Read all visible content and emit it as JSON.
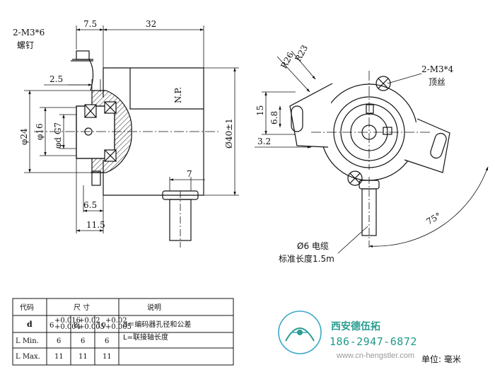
{
  "side_view": {
    "screw_label": "2-M3*6",
    "screw_name": "螺钉",
    "dim_7_5": "7.5",
    "dim_32": "32",
    "dim_2_5": "2.5",
    "dim_phi24": "φ24",
    "dim_phi16": "φ16",
    "dim_phid_g7": "φd G7",
    "np_mark": "N.P.",
    "dim_phi40": "Ø40±1",
    "dim_7": "7",
    "dim_6_5": "6.5",
    "dim_11_5": "11.5"
  },
  "front_view": {
    "r26": "R26",
    "r23": "R23",
    "set_screw_label": "2-M3*4",
    "set_screw_name": "顶丝",
    "dim_15": "15",
    "dim_6_8": "6.8",
    "dim_3_2": "3.2",
    "angle_75": "75°",
    "cable_label": "Ø6 电缆",
    "cable_length": "标准长度1.5m"
  },
  "spec_table": {
    "headers": {
      "code": "代码",
      "size": "尺 寸",
      "desc": "说明"
    },
    "rows": [
      {
        "code": "d",
        "v1": "6",
        "v1_tol_up": "+0.016",
        "v1_tol_dn": "+0.004",
        "v2": "8",
        "v2_tol_up": "+0.02",
        "v2_tol_dn": "+0.005",
        "v3": "10",
        "v3_tol_up": "+0.02",
        "v3_tol_dn": "+0.005",
        "desc": "d＝编码器孔径和公差"
      },
      {
        "code": "L Min.",
        "v1": "6",
        "v2": "6",
        "v3": "6",
        "desc": "L=联接轴长度"
      },
      {
        "code": "L Max.",
        "v1": "11",
        "v2": "11",
        "v3": "11",
        "desc": ""
      }
    ]
  },
  "branding": {
    "company": "西安德伍拓",
    "phone": "186-2947-6872",
    "website": "www.cn-hengstler.com",
    "unit": "单位: 毫米"
  },
  "colors": {
    "line": "#111111",
    "brand": "#2a9d8f",
    "hatch": "#222222"
  }
}
